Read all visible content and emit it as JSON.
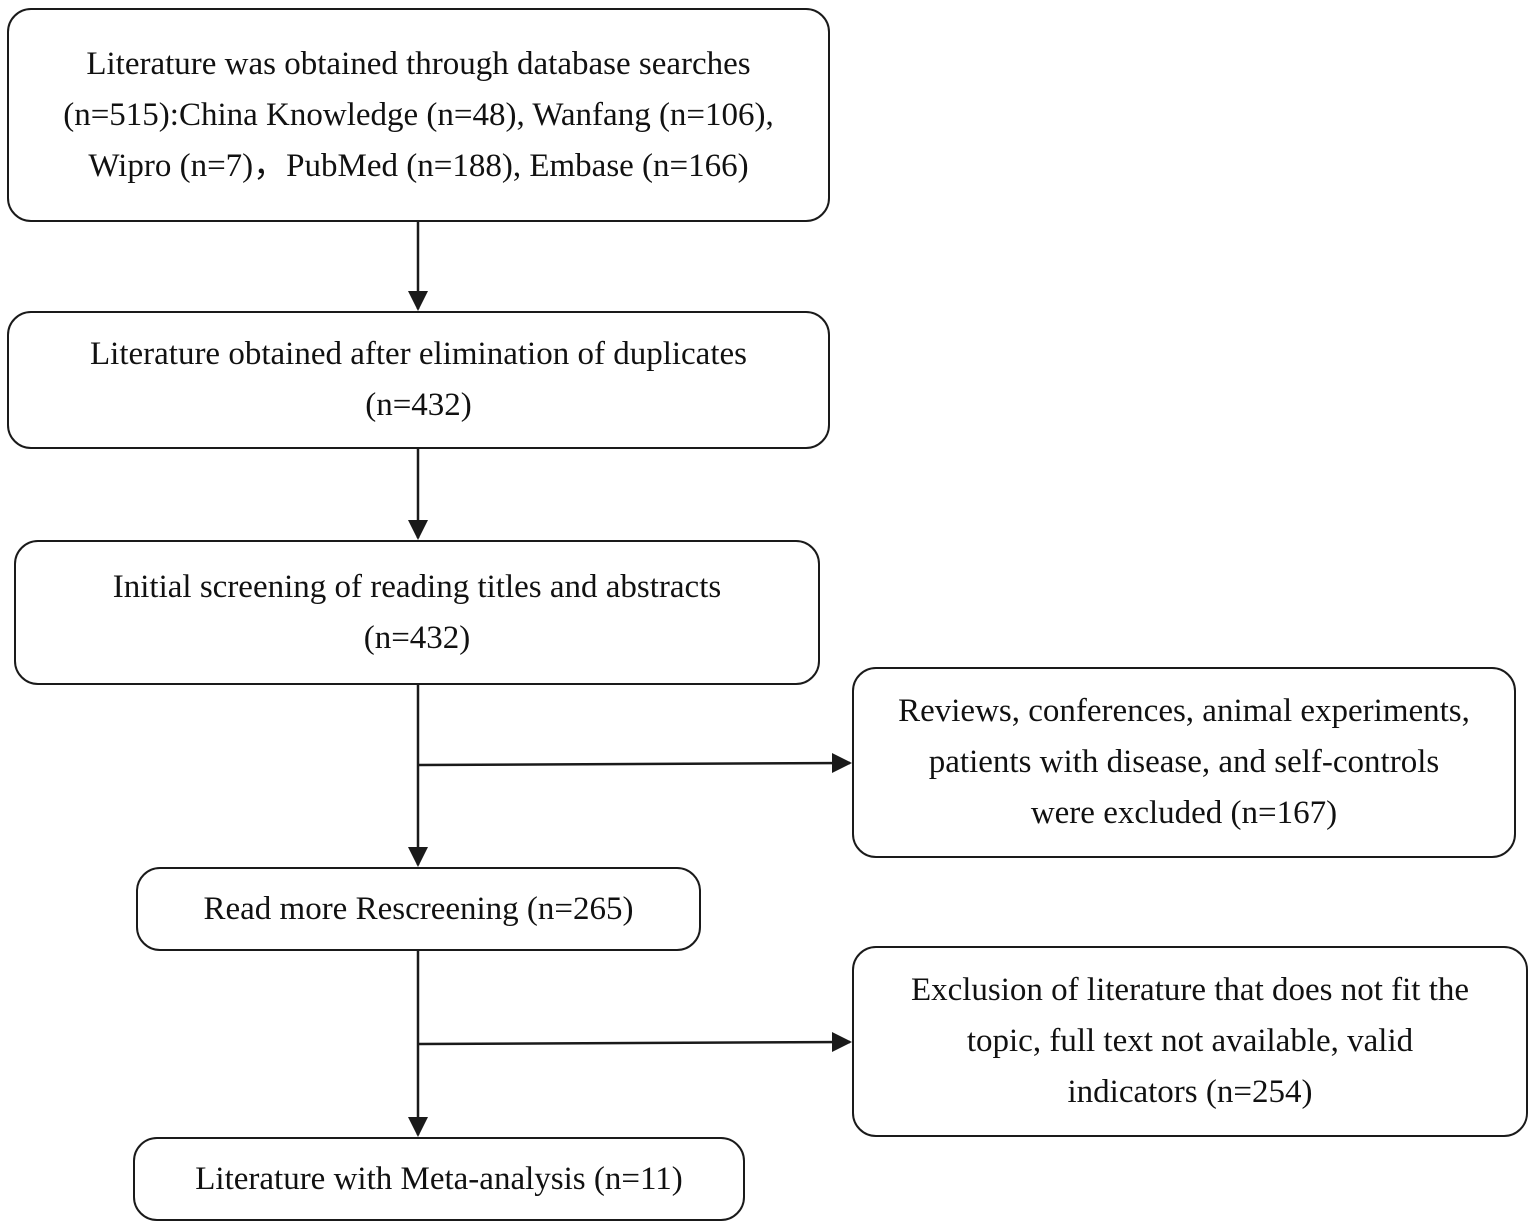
{
  "flowchart": {
    "search_box": {
      "lines": [
        "Literature was obtained through database searches",
        "(n=515):China Knowledge (n=48), Wanfang (n=106),",
        "Wipro (n=7)，PubMed (n=188), Embase (n=166)"
      ]
    },
    "dedup_box": {
      "lines": [
        "Literature obtained after elimination of duplicates",
        "(n=432)"
      ]
    },
    "initial_screen_box": {
      "lines": [
        "Initial screening of reading titles and abstracts",
        "(n=432)"
      ]
    },
    "exclusion_1_box": {
      "lines": [
        "Reviews, conferences, animal experiments,",
        "patients with disease, and self-controls",
        "were excluded (n=167)"
      ]
    },
    "rescreen_box": {
      "lines": [
        "Read more Rescreening (n=265)"
      ]
    },
    "exclusion_2_box": {
      "lines": [
        "Exclusion of literature that does not fit the",
        "topic, full text not available, valid",
        "indicators (n=254)"
      ]
    },
    "final_box": {
      "lines": [
        "Literature with Meta-analysis (n=11)"
      ]
    }
  },
  "colors": {
    "line": "#1a1a1a",
    "text": "#111111",
    "background": "#ffffff"
  }
}
